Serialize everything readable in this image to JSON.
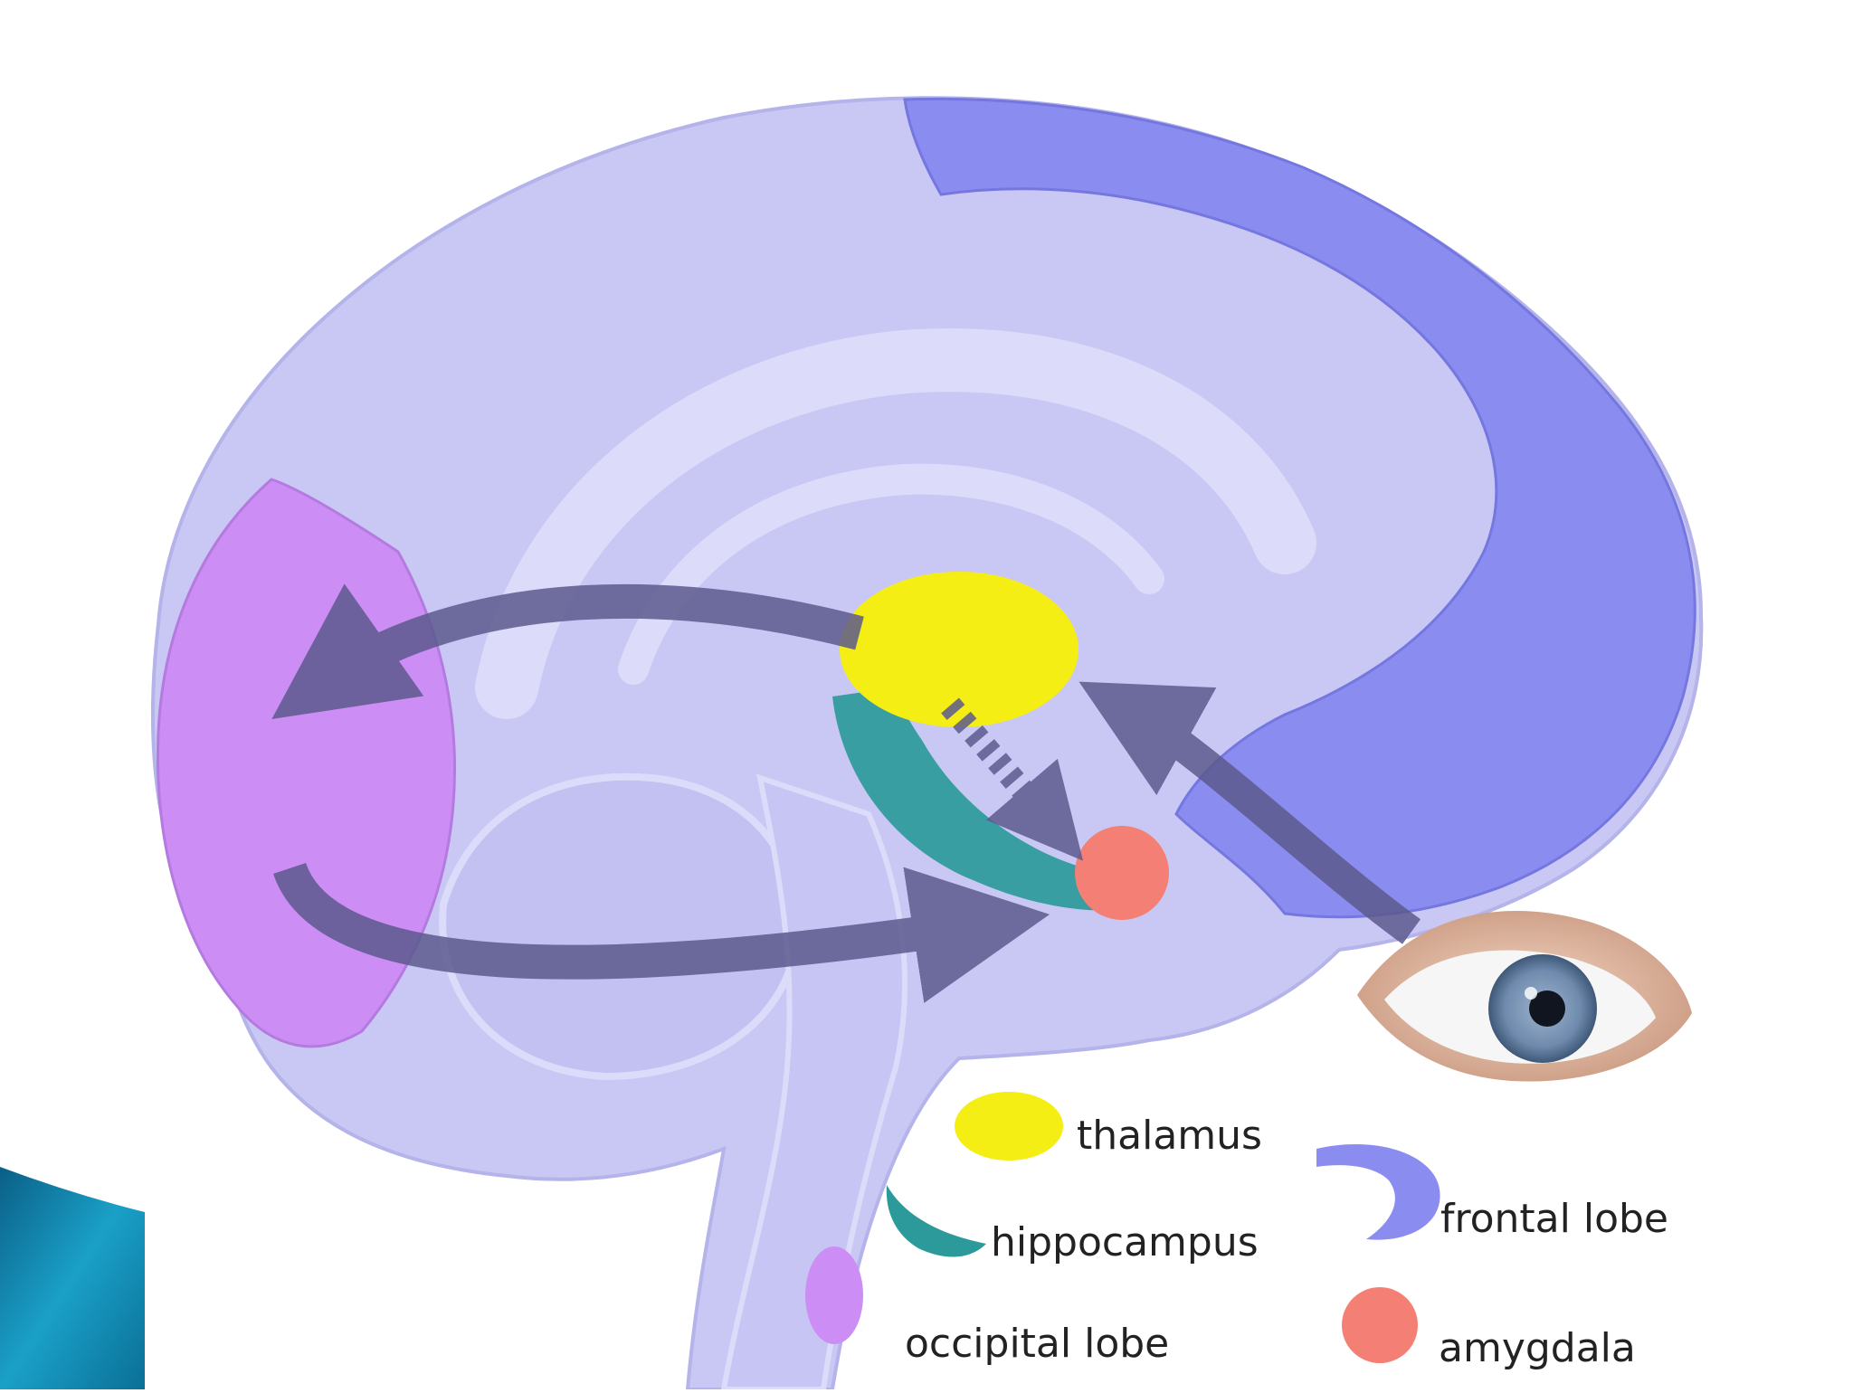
{
  "diagram": {
    "colors": {
      "background": "#ffffff",
      "brain_base": "#c9c8f4",
      "brain_fold": "#dcdcfa",
      "frontal_lobe": "#8a8cf0",
      "occipital_lobe": "#cc8ef4",
      "thalamus": "#f4ee14",
      "hippocampus": "#2c9a9a",
      "amygdala": "#f47f74",
      "pathway_arrow": "#5d5a8e",
      "eye_iris": "#6f8aad",
      "slide_accent": "#0a6f96"
    },
    "structures": [
      {
        "name": "frontal lobe",
        "color": "#8a8cf0"
      },
      {
        "name": "occipital lobe",
        "color": "#cc8ef4"
      },
      {
        "name": "thalamus",
        "color": "#f4ee14"
      },
      {
        "name": "hippocampus",
        "color": "#2c9a9a"
      },
      {
        "name": "amygdala",
        "color": "#f47f74"
      }
    ],
    "legend": {
      "thalamus": "thalamus",
      "hippocampus": "hippocampus",
      "occipital_lobe": "occipital lobe",
      "frontal_lobe": "frontal lobe",
      "amygdala": "amygdala"
    },
    "pathways": [
      {
        "from": "eye",
        "to": "thalamus",
        "style": "solid"
      },
      {
        "from": "thalamus",
        "to": "occipital lobe",
        "style": "solid"
      },
      {
        "from": "occipital lobe",
        "to": "amygdala",
        "style": "solid"
      },
      {
        "from": "thalamus",
        "to": "amygdala",
        "style": "dashed"
      }
    ]
  }
}
